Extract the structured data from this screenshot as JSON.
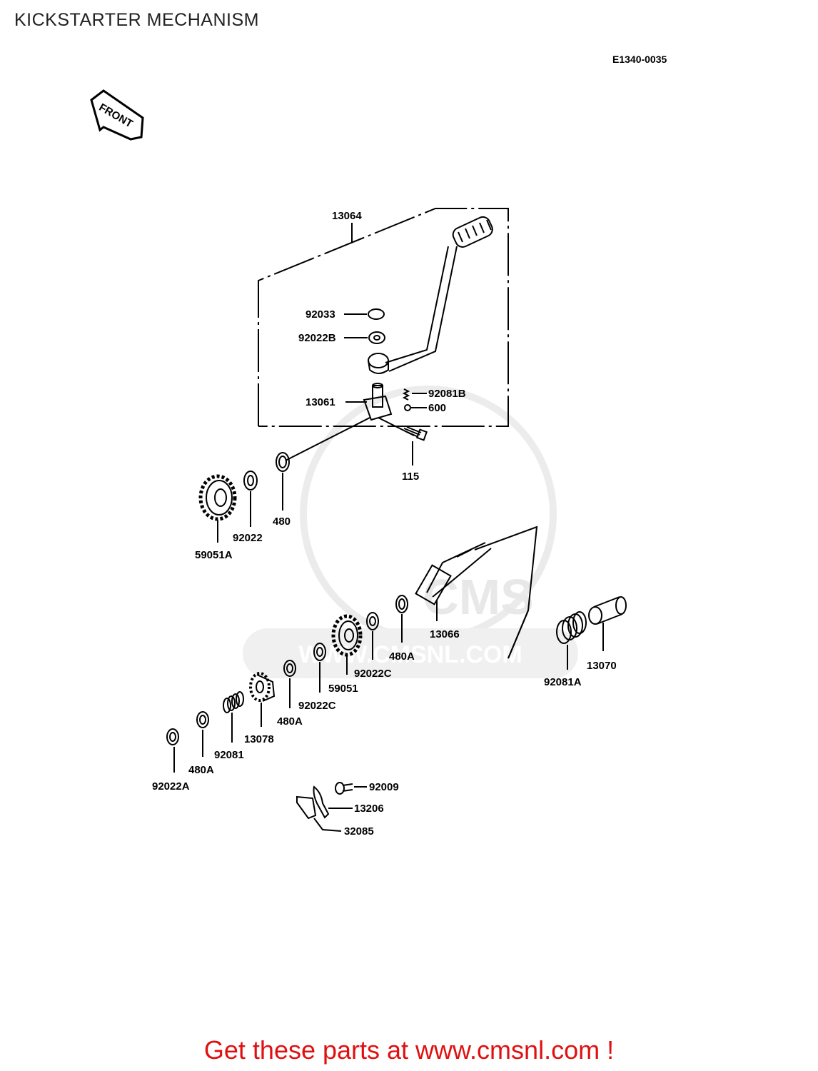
{
  "page": {
    "title": "KICKSTARTER MECHANISM",
    "diagram_code": "E1340-0035",
    "front_label": "FRONT",
    "watermark": "WWW.CMSNL.COM",
    "footer_cta": "Get these parts at www.cmsnl.com !"
  },
  "colors": {
    "cta": "#e01010",
    "line": "#000000",
    "watermark": "#d9d9d9"
  },
  "callouts": {
    "p13064": "13064",
    "p92033": "92033",
    "p92022B": "92022B",
    "p92081B": "92081B",
    "p13061": "13061",
    "p600": "600",
    "p115": "115",
    "p480": "480",
    "p92022": "92022",
    "p59051A": "59051A",
    "p13066": "13066",
    "p480A_1": "480A",
    "p92022C_1": "92022C",
    "p59051": "59051",
    "p92022C_2": "92022C",
    "p480A_2": "480A",
    "p13078": "13078",
    "p92081": "92081",
    "p480A_3": "480A",
    "p92022A": "92022A",
    "p92081A": "92081A",
    "p13070": "13070",
    "p92009": "92009",
    "p13206": "13206",
    "p32085": "32085"
  }
}
